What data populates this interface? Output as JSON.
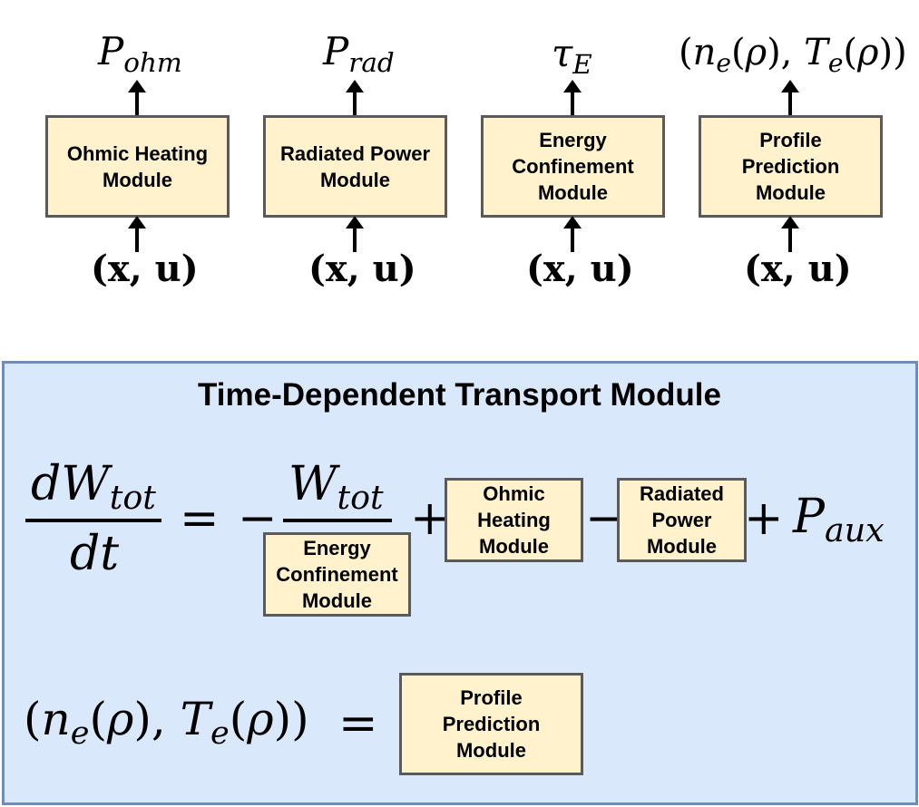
{
  "top_row": {
    "modules": [
      {
        "label": "Ohmic Heating\nModule"
      },
      {
        "label": "Radiated Power\nModule"
      },
      {
        "label": "Energy\nConfinement\nModule"
      },
      {
        "label": "Profile\nPrediction\nModule"
      }
    ],
    "inputs": [
      "(x, u)",
      "(x, u)",
      "(x, u)",
      "(x, u)"
    ],
    "outputs": {
      "ohmic": {
        "base": "P",
        "sub": "ohm"
      },
      "radiated": {
        "base": "P",
        "sub": "rad"
      },
      "confinement": {
        "base": "τ",
        "sub": "E"
      },
      "profile": {
        "n": "n",
        "n_sub": "e",
        "rho1": "ρ",
        "T": "T",
        "T_sub": "e",
        "rho2": "ρ"
      }
    }
  },
  "transport_panel": {
    "title": "Time-Dependent Transport Module",
    "equation1": {
      "numerator": "dW",
      "numerator_sub": "tot",
      "denominator": "dt",
      "equals": "=",
      "minus": "−",
      "fraction_top": "W",
      "fraction_top_sub": "tot",
      "plus1": "+",
      "minus2": "−",
      "plus2": "+",
      "aux": "P",
      "aux_sub": "aux",
      "confinement_label": "Energy\nConfinement\nModule",
      "ohmic_label": "Ohmic\nHeating\nModule",
      "radiated_label": "Radiated\nPower\nModule"
    },
    "equation2": {
      "n": "n",
      "n_sub": "e",
      "rho1": "ρ",
      "T": "T",
      "T_sub": "e",
      "rho2": "ρ",
      "equals": "=",
      "profile_label": "Profile\nPrediction\nModule"
    }
  },
  "colors": {
    "module_fill": "#fff2cc",
    "module_border": "#5a5a5a",
    "panel_fill": "#dae8fc",
    "panel_border": "#6c8ebf"
  }
}
